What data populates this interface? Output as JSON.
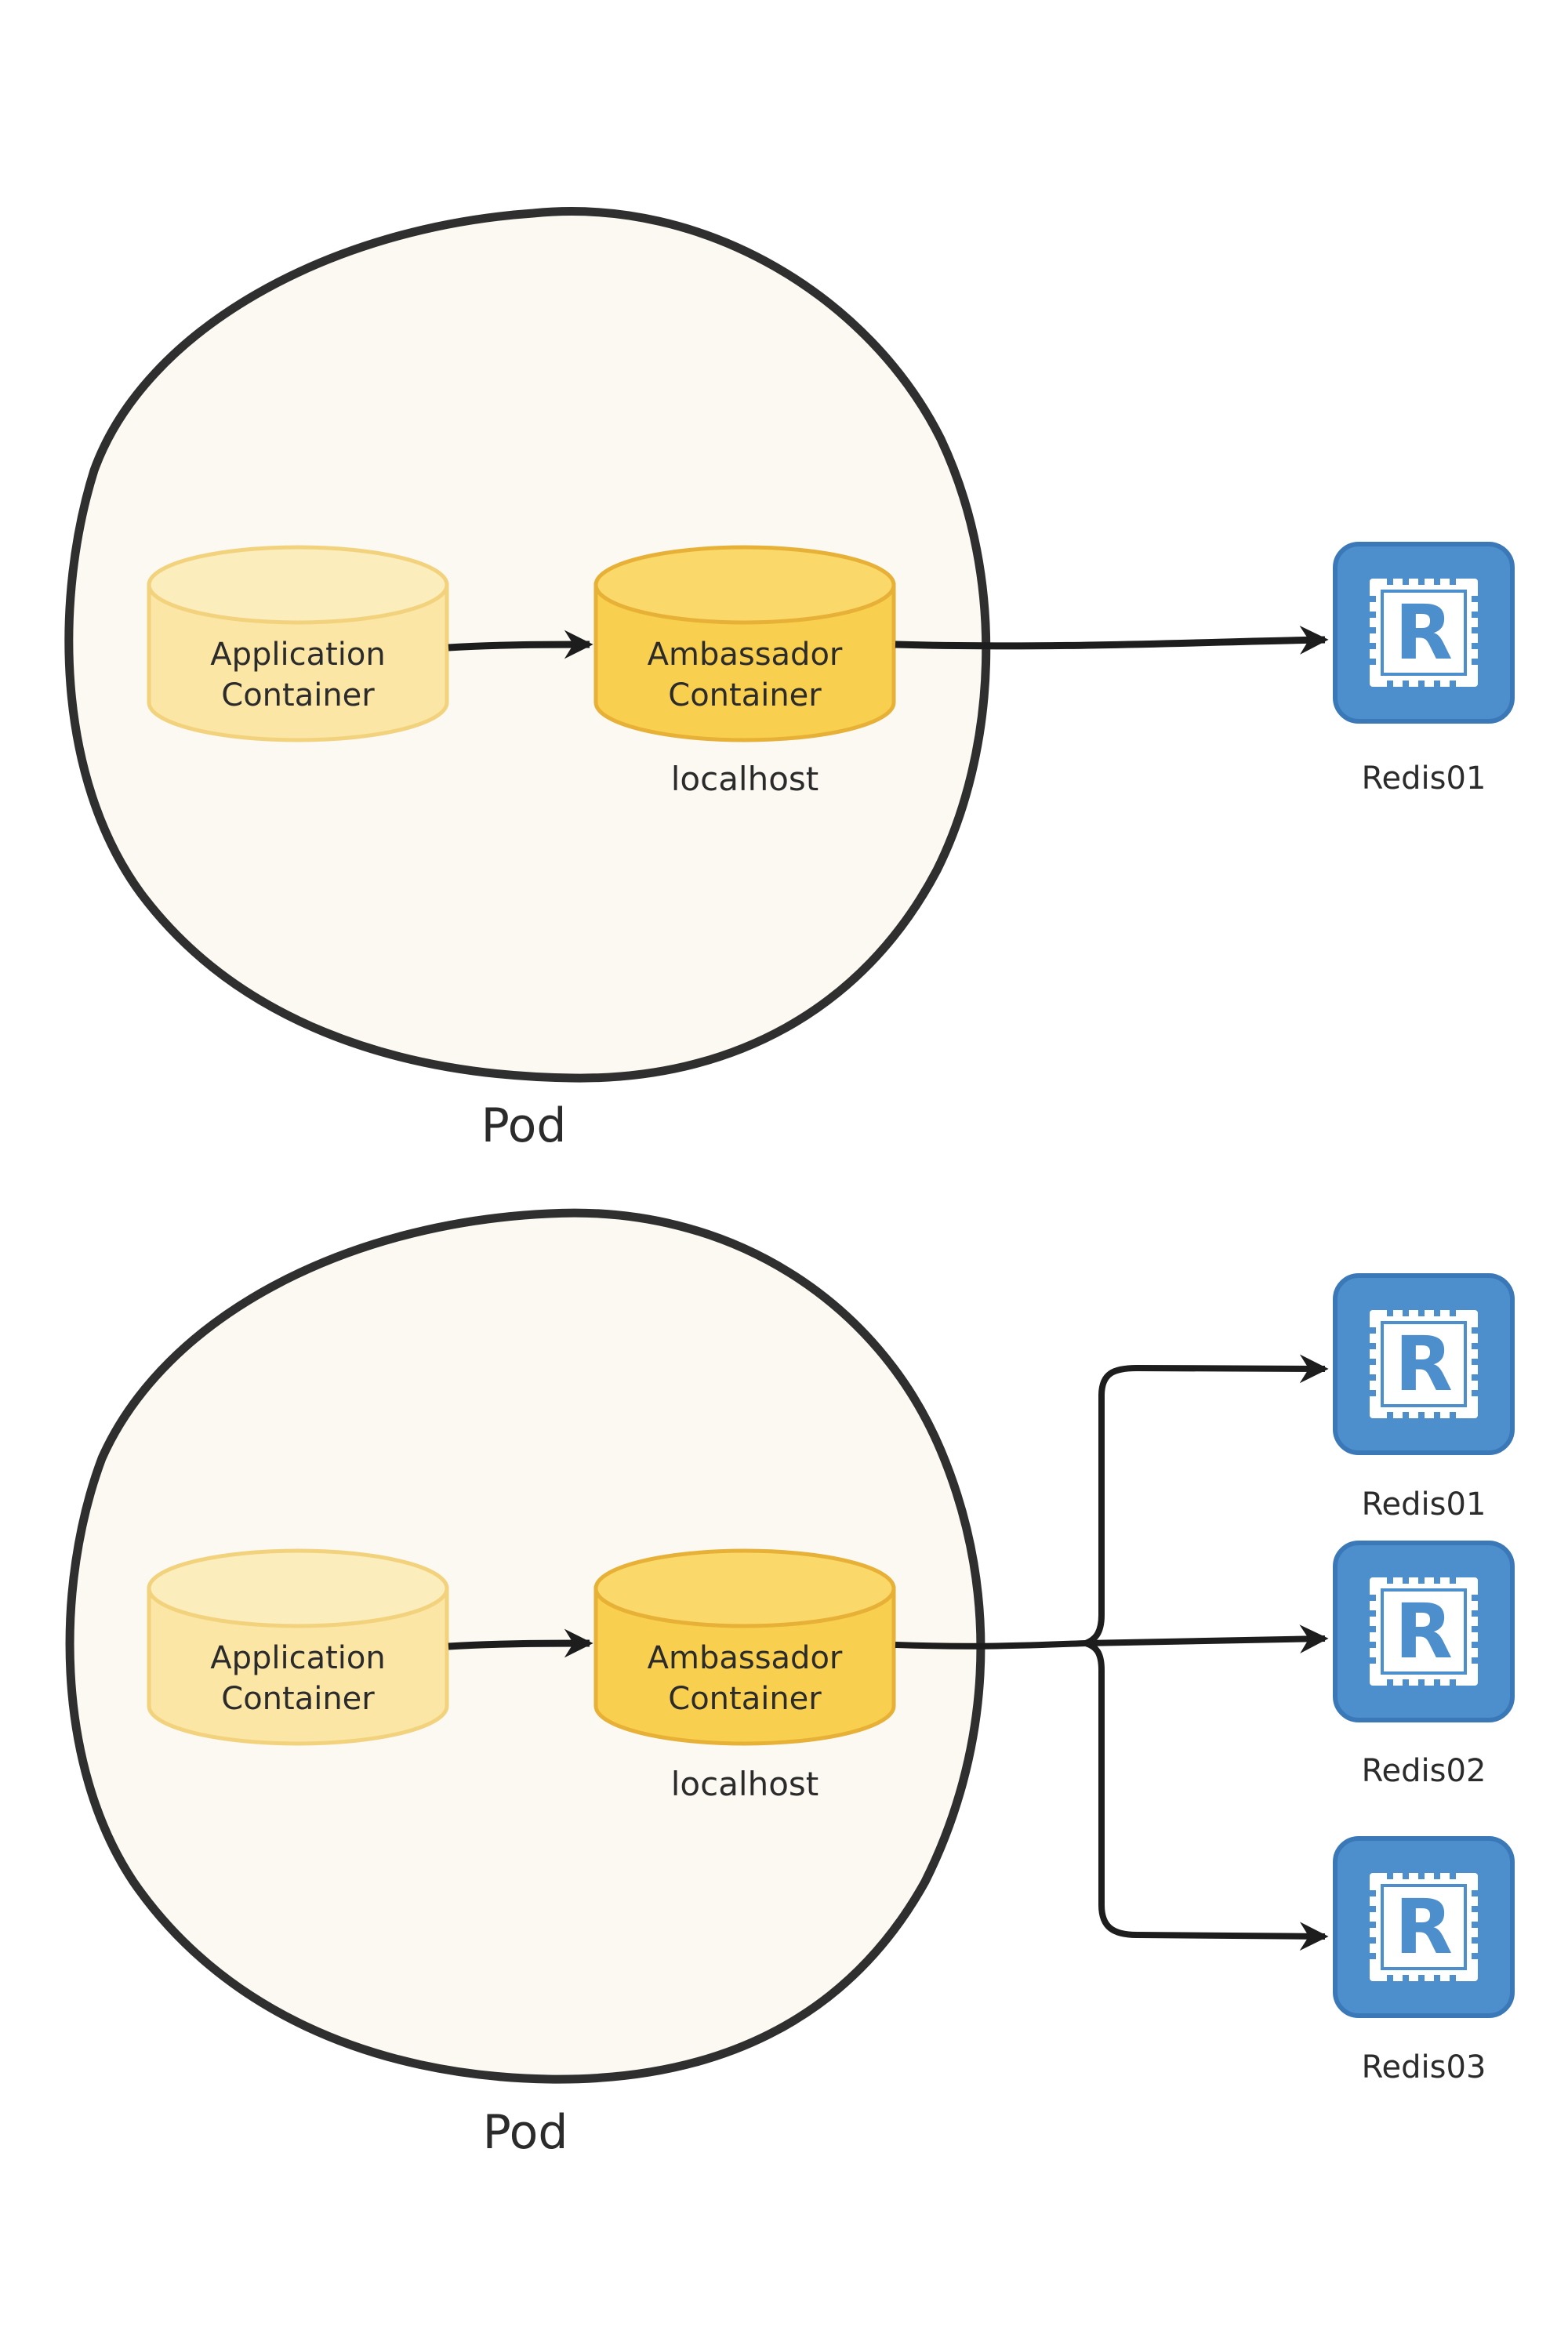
{
  "colors": {
    "pod_fill": "#fbf9f1",
    "pod_stroke": "#2f2f2f",
    "app_fill": "#fbe6a6",
    "app_stroke": "#f2d27c",
    "amb_fill": "#f9cf4f",
    "amb_stroke": "#e7b036",
    "redis_fill": "#4d8fcc",
    "redis_stroke": "#3a78b8",
    "arrow": "#1d1d1d"
  },
  "diagram": {
    "top": {
      "pod_label": "Pod",
      "app_container": {
        "line1": "Application",
        "line2": "Container"
      },
      "ambassador": {
        "line1": "Ambassador",
        "line2": "Container",
        "host": "localhost"
      },
      "redis": [
        {
          "label": "Redis01",
          "icon": "redis-chip-icon",
          "letter": "R"
        }
      ]
    },
    "bottom": {
      "pod_label": "Pod",
      "app_container": {
        "line1": "Application",
        "line2": "Container"
      },
      "ambassador": {
        "line1": "Ambassador",
        "line2": "Container",
        "host": "localhost"
      },
      "redis": [
        {
          "label": "Redis01",
          "icon": "redis-chip-icon",
          "letter": "R"
        },
        {
          "label": "Redis02",
          "icon": "redis-chip-icon",
          "letter": "R"
        },
        {
          "label": "Redis03",
          "icon": "redis-chip-icon",
          "letter": "R"
        }
      ]
    }
  }
}
